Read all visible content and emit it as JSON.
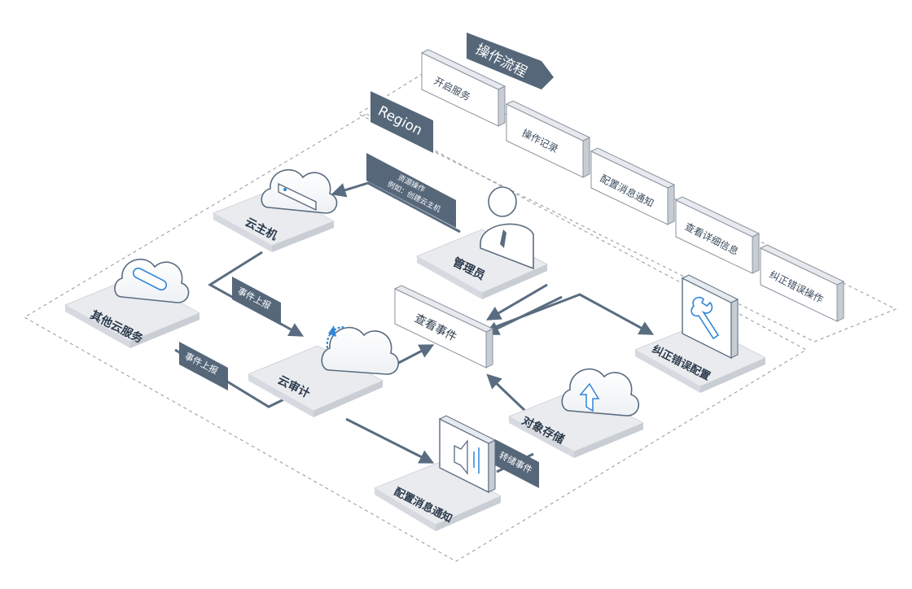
{
  "header": {
    "process_tag": "操作流程",
    "region_tag": "Region"
  },
  "process_steps": [
    {
      "label": "开启服务"
    },
    {
      "label": "操作记录"
    },
    {
      "label": "配置消息通知"
    },
    {
      "label": "查看详细信息"
    },
    {
      "label": "纠正错误操作"
    }
  ],
  "nodes": {
    "cloud_host": "云主机",
    "admin": "管理员",
    "other_services": "其他云服务",
    "cloud_audit": "云审计",
    "view_events": "查看事件",
    "object_storage": "对象存储",
    "notify_config": "配置消息通知",
    "fix_config": "纠正错误配置"
  },
  "edge_labels": {
    "resource_op_line1": "资源操作",
    "resource_op_line2": "例如：创建云主机",
    "event_report_1": "事件上报",
    "event_report_2": "事件上报",
    "dump_events": "转储事件"
  },
  "colors": {
    "tag_bg": "#56677a",
    "arrow": "#5a6c80",
    "card_bg": "#e9ebee",
    "dashed": "#9aa0a8",
    "accent": "#2f86d8"
  }
}
